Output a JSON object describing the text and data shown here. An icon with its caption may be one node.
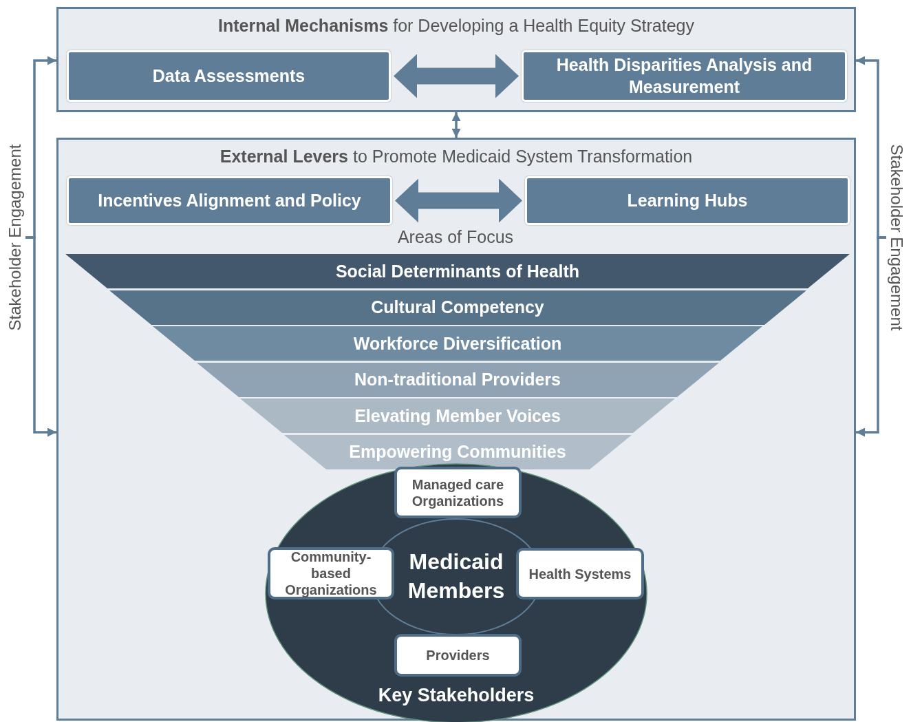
{
  "diagram": {
    "nodes": [
      {
        "text": [
          "**Internal Mechanisms** for Developing a Health Equity Strategy"
        ]
      },
      {
        "text": [
          "Data Assessments"
        ],
        "in": 0
      },
      {
        "text": [
          "Health Disparities Analysis and Measurement"
        ],
        "in": 0
      },
      {
        "text": [
          "**External Levers** to Promote Medicaid System Transformation"
        ]
      },
      {
        "text": [
          "Incentives Alignment and Policy"
        ],
        "in": 3
      },
      {
        "text": [
          "Learning Hubs"
        ],
        "in": 3
      },
      {
        "text": [
          "Social Determinants of Health"
        ],
        "in": 3
      },
      {
        "text": [
          "Cultural Competency"
        ],
        "in": 3
      },
      {
        "text": [
          "Workforce Diversification"
        ],
        "in": 3
      },
      {
        "text": [
          "Non-traditional Providers"
        ],
        "in": 3
      },
      {
        "text": [
          "Elevating Member Voices"
        ],
        "in": 3
      },
      {
        "text": [
          "Empowering Communities"
        ],
        "in": 3
      },
      {
        "text": [
          "Key Stakeholders"
        ],
        "in": 3
      },
      {
        "text": [
          "Medicaid Members"
        ],
        "in": 12
      },
      {
        "text": [
          "Managed care Organizations"
        ],
        "in": 12
      },
      {
        "text": [
          "Community-based Organizations"
        ],
        "in": 12
      },
      {
        "text": [
          "Health Systems"
        ],
        "in": 12
      },
      {
        "text": [
          "Providers"
        ],
        "in": 12
      },
      {
        "text": [
          "Stakeholder Engagement"
        ]
      },
      {
        "text": [
          "Stakeholder Engagement"
        ]
      }
    ],
    "edges": [
      {
        "from": 1,
        "to": 2,
        "arrow": "both",
        "style": "thick"
      },
      {
        "from": 4,
        "to": 5,
        "arrow": "both",
        "style": "thick"
      },
      {
        "from": 0,
        "to": 3,
        "arrow": "both"
      },
      {
        "from": 18,
        "to": 0,
        "arrow": "to"
      },
      {
        "from": 18,
        "to": 3,
        "arrow": "to"
      },
      {
        "from": 19,
        "to": 0,
        "arrow": "to"
      },
      {
        "from": 19,
        "to": 3,
        "arrow": "to"
      }
    ],
    "labels": [
      "Areas of Focus"
    ]
  }
}
